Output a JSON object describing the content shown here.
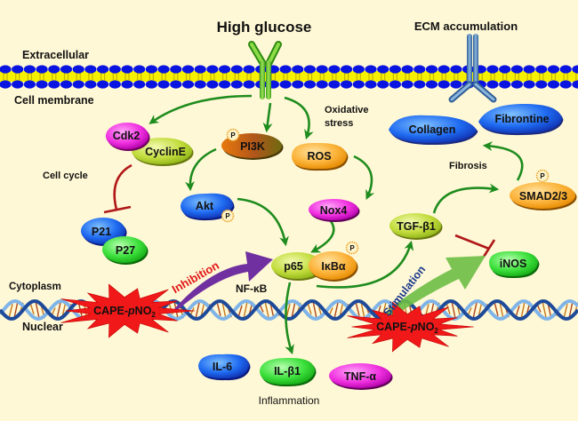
{
  "labels": {
    "high_glucose": "High glucose",
    "ecm_accumulation": "ECM accumulation",
    "extracellular": "Extracellular",
    "cell_membrane": "Cell membrane",
    "oxidative_stress_line1": "Oxidative",
    "oxidative_stress_line2": "stress",
    "cell_cycle": "Cell cycle",
    "fibrosis": "Fibrosis",
    "cytoplasm": "Cytoplasm",
    "nuclear": "Nuclear",
    "nf_kb": "NF-κB",
    "inhibition": "Inhibition",
    "stimulation": "Stimulation",
    "inflammation": "Inflammation"
  },
  "proteins": {
    "cdk2": "Cdk2",
    "cycline": "CyclinE",
    "pi3k": "PI3K",
    "ros": "ROS",
    "collagen": "Collagen",
    "fibrontine": "Fibrontine",
    "akt": "Akt",
    "p21": "P21",
    "p27": "P27",
    "nox4": "Nox4",
    "tgf_b1": "TGF-β1",
    "smad": "SMAD2/3",
    "p65": "p65",
    "ikba": "IκBα",
    "inos": "iNOS",
    "il6": "IL-6",
    "il_b1": "IL-β1",
    "tnf_a": "TNF-α"
  },
  "phospho_label": "P",
  "drug": {
    "prefix": "CAPE-",
    "italic": "p",
    "suffix": "NO",
    "subscript": "2"
  },
  "colors": {
    "background": "#FFF8D6",
    "activation_arrow": "#1E8C1E",
    "inhibition_line": "#B01818",
    "inhibition_arrow": "#7030A0",
    "stimulation_arrow": "#6DBE45",
    "drug_burst": "#F01818",
    "membrane_head": "#0A14E0",
    "membrane_tail": "#F5F000"
  }
}
